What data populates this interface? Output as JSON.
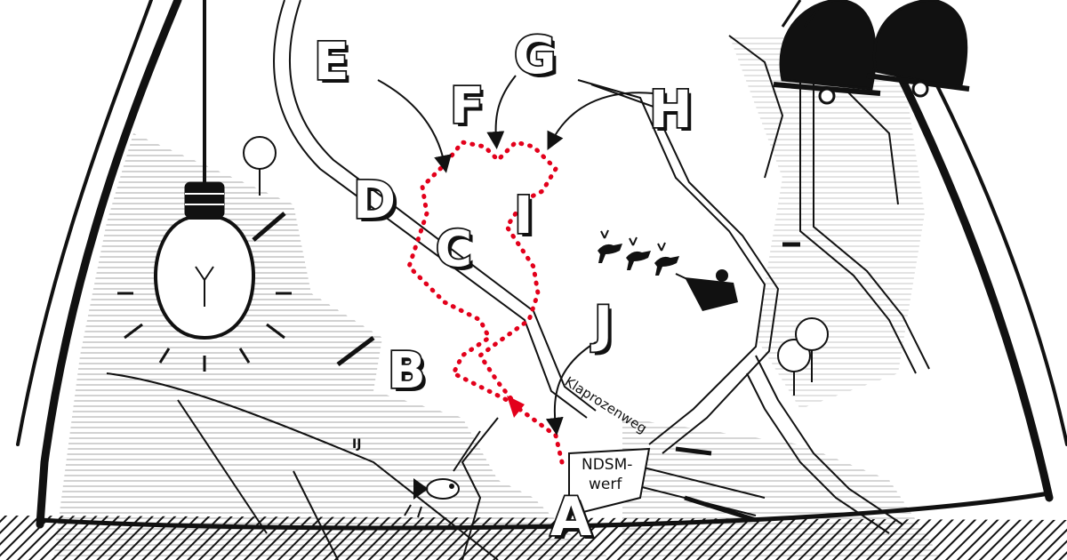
{
  "map": {
    "markers": [
      "A",
      "B",
      "C",
      "D",
      "E",
      "F",
      "G",
      "H",
      "I",
      "J"
    ],
    "labels": {
      "street": "Klaprozenweg",
      "place_line1": "NDSM-",
      "place_line2": "werf",
      "water": "IJ"
    },
    "colors": {
      "ink": "#111111",
      "paper": "#ffffff",
      "route": "#e3001b",
      "hatch": "#9a9a9a"
    },
    "icons": [
      "light-bulb-icon",
      "bells-icon",
      "santa-sleigh-icon",
      "reindeer-icon",
      "fish-icon",
      "tree-icon",
      "route-arrow-icon"
    ]
  }
}
